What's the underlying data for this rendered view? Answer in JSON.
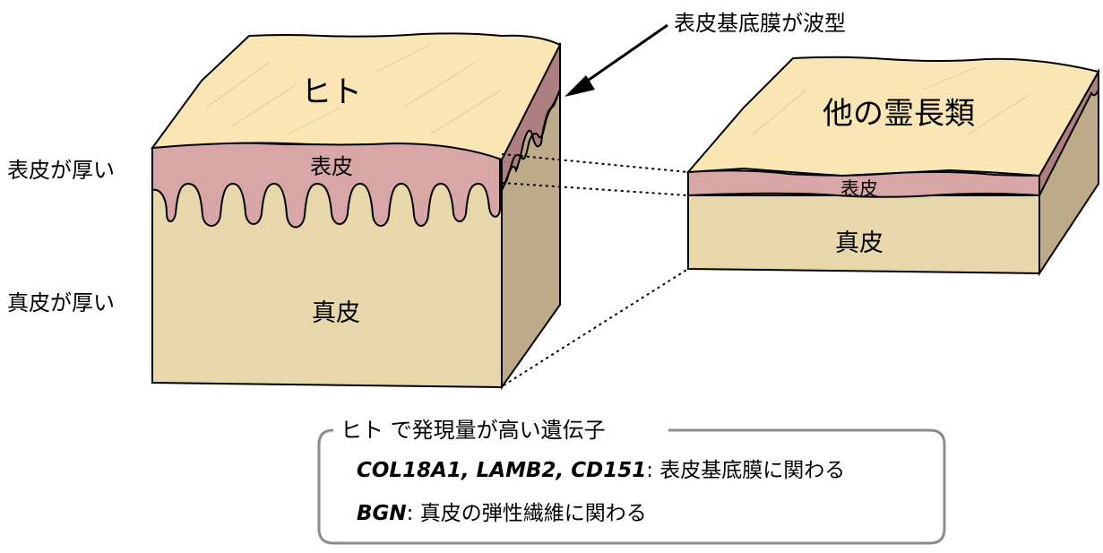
{
  "colors": {
    "top_face": "#FAE6B4",
    "epidermis": "#D8A6A6",
    "dermis_front": "#E8D7AA",
    "dermis_side": "#BDAA88",
    "epidermis_side": "#AD7F81",
    "outline": "#000000",
    "box_border": "#8C8C8C"
  },
  "labels": {
    "human_title": "ヒト",
    "primate_title": "他の霊長類",
    "wavy_membrane_note": "表皮基底膜が波型",
    "thick_epidermis_note": "表皮が厚い",
    "thick_dermis_note": "真皮が厚い",
    "human_epidermis": "表皮",
    "human_dermis": "真皮",
    "primate_epidermis": "表皮",
    "primate_dermis": "真皮"
  },
  "gene_box": {
    "title": "ヒト で発現量が高い遺伝子",
    "row1": {
      "genes": "COL18A1, LAMB2, CD151",
      "description": ": 表皮基底膜に関わる"
    },
    "row2": {
      "genes": "BGN",
      "description": ": 真皮の弾性繊維に関わる"
    }
  }
}
